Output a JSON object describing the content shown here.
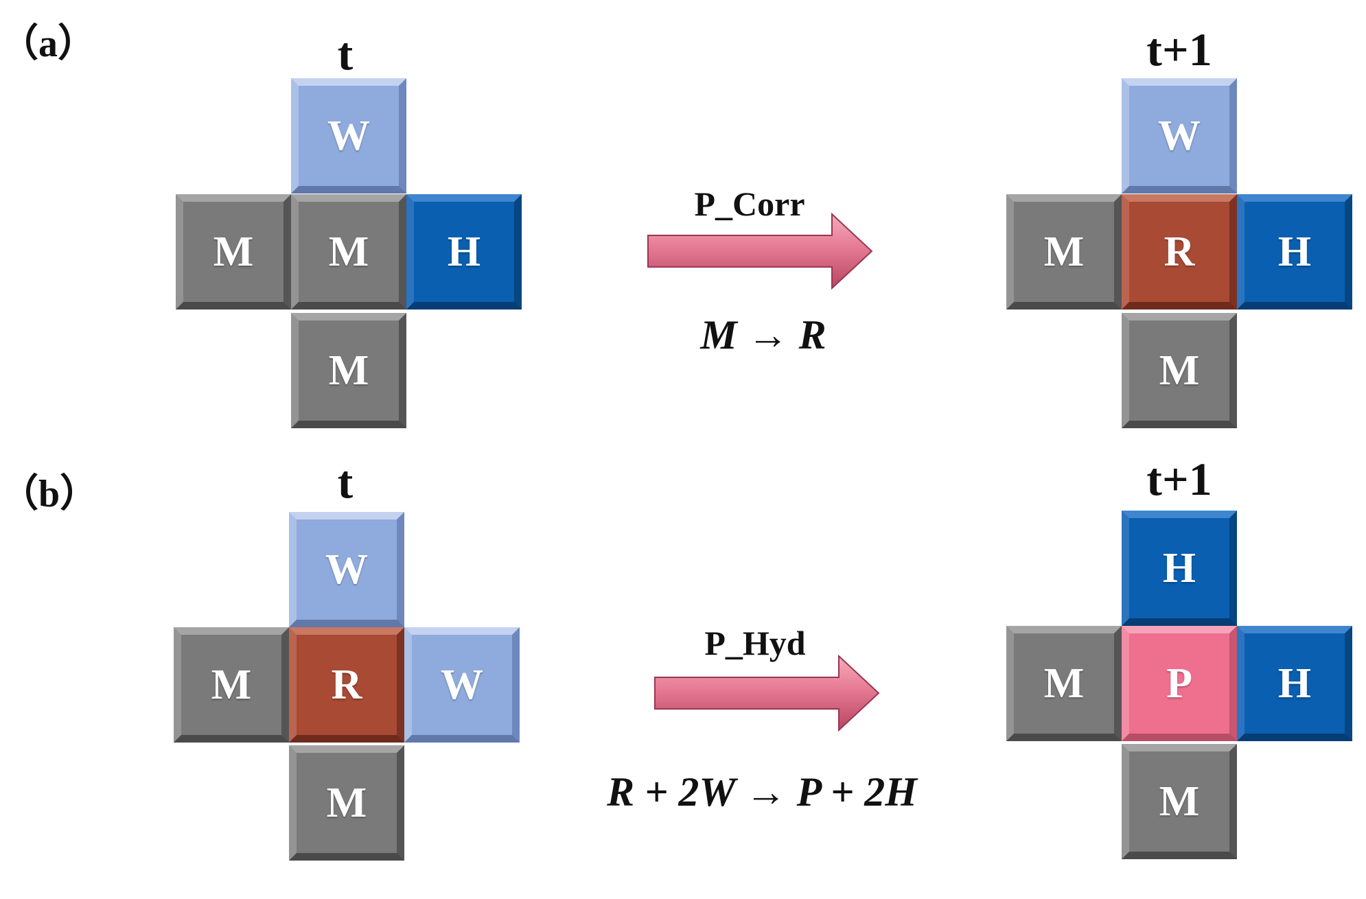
{
  "panels": [
    {
      "label": "（a）",
      "before": {
        "time_label": "t",
        "tiles": {
          "top": "W",
          "left": "M",
          "center": "M",
          "right": "H",
          "bottom": "M"
        }
      },
      "transition": {
        "probability": "P_Corr",
        "reaction": "M → R"
      },
      "after": {
        "time_label": "t+1",
        "tiles": {
          "top": "W",
          "left": "M",
          "center": "R",
          "right": "H",
          "bottom": "M"
        }
      }
    },
    {
      "label": "（b）",
      "before": {
        "time_label": "t",
        "tiles": {
          "top": "W",
          "left": "M",
          "center": "R",
          "right": "W",
          "bottom": "M"
        }
      },
      "transition": {
        "probability": "P_Hyd",
        "reaction": "R + 2W → P + 2H"
      },
      "after": {
        "time_label": "t+1",
        "tiles": {
          "top": "H",
          "left": "M",
          "center": "P",
          "right": "H",
          "bottom": "M"
        }
      }
    }
  ],
  "colors": {
    "M": "#7a7a7a",
    "W": "#8faadc",
    "H": "#0a5fb0",
    "R": "#a84a34",
    "P": "#ee6f8e",
    "arrow_fill": "#e57a93",
    "arrow_dark": "#9b3550"
  }
}
